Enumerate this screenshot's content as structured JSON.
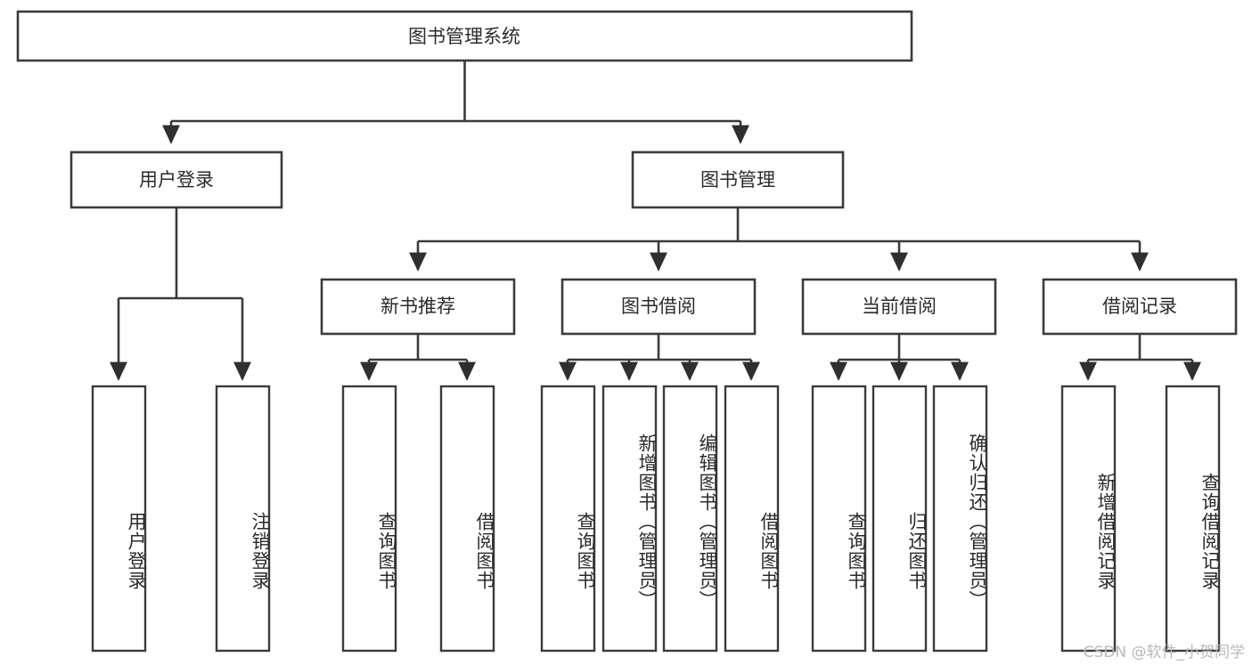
{
  "diagram": {
    "type": "tree-hierarchy",
    "title": "图书管理系统",
    "root": {
      "id": "root",
      "label": "图书管理系统"
    },
    "level2": [
      {
        "id": "user-login",
        "label": "用户登录"
      },
      {
        "id": "book-manage",
        "label": "图书管理"
      }
    ],
    "level3": [
      {
        "id": "new-book-rec",
        "label": "新书推荐",
        "parent": "book-manage"
      },
      {
        "id": "book-borrow",
        "label": "图书借阅",
        "parent": "book-manage"
      },
      {
        "id": "current-borrow",
        "label": "当前借阅",
        "parent": "book-manage"
      },
      {
        "id": "borrow-record",
        "label": "借阅记录",
        "parent": "book-manage"
      }
    ],
    "leaves": [
      {
        "id": "leaf-user-login",
        "label": "用户登录",
        "parent": "user-login"
      },
      {
        "id": "leaf-logout-login",
        "label": "注销登录",
        "parent": "user-login"
      },
      {
        "id": "leaf-query-book-1",
        "label": "查询图书",
        "parent": "new-book-rec"
      },
      {
        "id": "leaf-borrow-book-1",
        "label": "借阅图书",
        "parent": "new-book-rec"
      },
      {
        "id": "leaf-query-book-2",
        "label": "查询图书",
        "parent": "book-borrow"
      },
      {
        "id": "leaf-add-book",
        "label": "新增图书（管理员）",
        "parent": "book-borrow"
      },
      {
        "id": "leaf-edit-book",
        "label": "编辑图书（管理员）",
        "parent": "book-borrow"
      },
      {
        "id": "leaf-borrow-book-2",
        "label": "借阅图书",
        "parent": "book-borrow"
      },
      {
        "id": "leaf-query-book-3",
        "label": "查询图书",
        "parent": "current-borrow"
      },
      {
        "id": "leaf-return-book",
        "label": "归还图书",
        "parent": "current-borrow"
      },
      {
        "id": "leaf-confirm-return",
        "label": "确认归还（管理员）",
        "parent": "current-borrow"
      },
      {
        "id": "leaf-add-record",
        "label": "新增借阅记录",
        "parent": "borrow-record"
      },
      {
        "id": "leaf-query-record",
        "label": "查询借阅记录",
        "parent": "borrow-record"
      }
    ],
    "colors": {
      "box_stroke": "#3b3b3b",
      "box_fill": "#ffffff",
      "connector": "#3b3b3b",
      "text": "#2b2b2b",
      "watermark": "#b9b9b9",
      "background": "#ffffff"
    }
  },
  "watermark": {
    "text": "CSDN @软件_小贺同学"
  }
}
